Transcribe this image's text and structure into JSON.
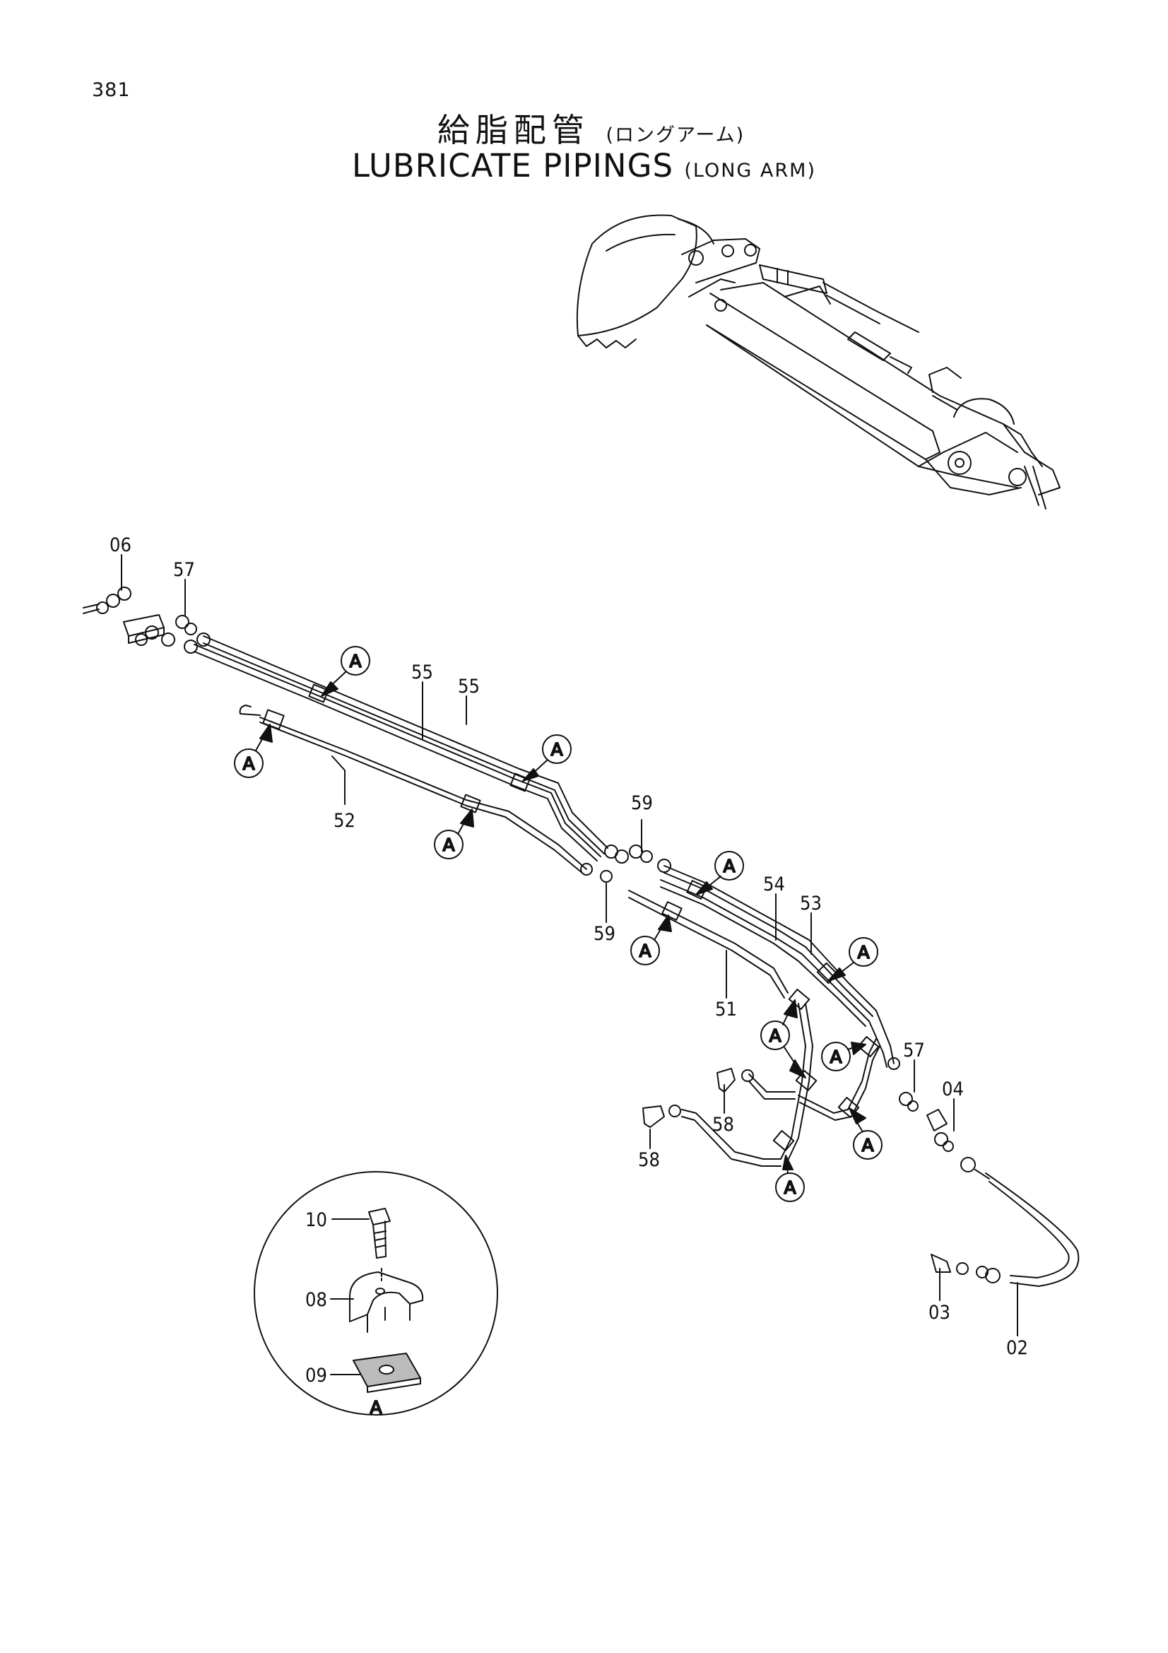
{
  "page_number": "381",
  "title_jp": "給脂配管",
  "title_jp_sub": "(ロングアーム)",
  "title_en": "LUBRICATE PIPINGS",
  "title_en_sub": "(LONG ARM)",
  "detail_ref_letter": "A",
  "part_labels": [
    "06",
    "57",
    "55",
    "55",
    "52",
    "59",
    "59",
    "54",
    "53",
    "51",
    "57",
    "04",
    "58",
    "58",
    "10",
    "08",
    "09",
    "03",
    "02"
  ]
}
